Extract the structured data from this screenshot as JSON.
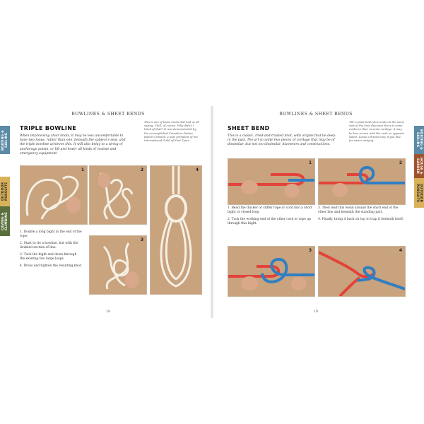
{
  "left": {
    "running_head": "BOWLINES & SHEET BENDS",
    "title": "TRIPLE BOWLINE",
    "intro": "When improvising chair knots, it may be less uncomfortable to have two loops, rather than one, beneath the subject's seat, and the triple bowline achieves this. It will also belay to a string of anchorage points, or lift and lower all kinds of routine and emergency equipment.",
    "sidenote": "This is one of those knots that had us all saying, 'Well, of course. Why didn't I think of that?' It was demonstrated by the accomplished Canadian climber, Robert Chisnall, a past president of the International Guild of Knot Tyers.",
    "photo_numbers": [
      "1",
      "2",
      "3",
      "4"
    ],
    "steps": [
      "1. Double a long bight in the end of the rope.",
      "2. Start to tie a bowline, but with the doubled section of line.",
      "3. Tuck the bight end down through the existing two large loops.",
      "4. Dress and tighten the resulting knot."
    ],
    "folio": "18",
    "tabs": [
      {
        "label": "BOATING & SAILING",
        "color": "#5b8aa6"
      },
      {
        "label": "OUTDOOR PURSUITS",
        "color": "#d9b15a"
      },
      {
        "label": "CAVING & CLIMBING",
        "color": "#5a6f3e"
      }
    ]
  },
  "right": {
    "running_head": "BOWLINES & SHEET BENDS",
    "title": "SHEET BEND",
    "intro": "This is a classic, tried-and-trusted knot, with origins that lie deep in the past. The art to unite two pieces of cordage that may be of dissimilar, but not too dissimilar, diameters and constructions.",
    "sidenote": "TIP: Locate both short ends on the same side of the knot (because there is some evidence that, in some cordage, it may be less secure with the ends on opposite sides). Leave a drawn loop, if you like, for easier untying.",
    "photo_numbers": [
      "1",
      "2",
      "3",
      "4"
    ],
    "steps_a": [
      "1. Bend the thicker or stiffer rope or cord into a short bight or closed loop.",
      "2. Tuck the working end of the other cord or rope up through this bight."
    ],
    "steps_b": [
      "3. Then lead this wend around the short end of the other line and beneath the standing part.",
      "4. Finally, bring it back on top to trap it beneath itself."
    ],
    "folio": "19",
    "tabs": [
      {
        "label": "BOATING & SAILING",
        "color": "#5b8aa6"
      },
      {
        "label": "HOUSE & GARDEN",
        "color": "#a0522d"
      },
      {
        "label": "OUTDOOR PURSUITS",
        "color": "#d9b15a"
      }
    ]
  }
}
